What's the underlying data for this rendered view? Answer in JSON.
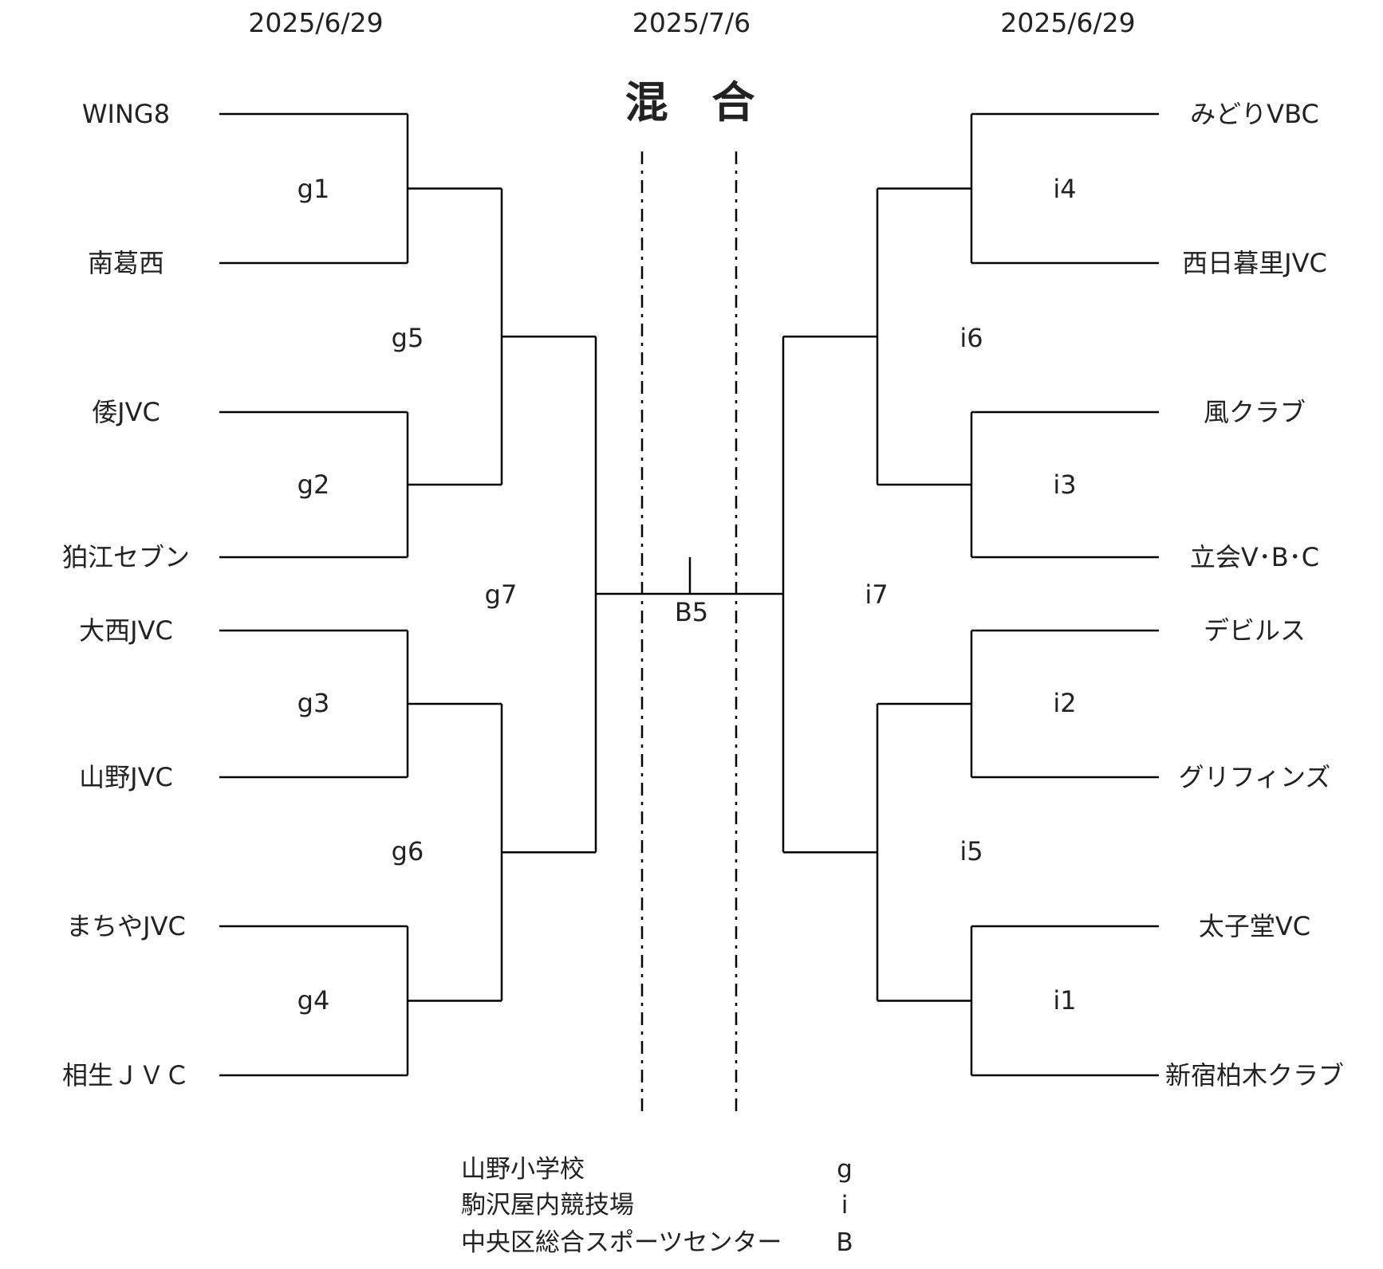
{
  "dates": {
    "left": "2025/6/29",
    "center": "2025/7/6",
    "right": "2025/6/29"
  },
  "title": "混 合",
  "teams_left": [
    "WING8",
    "南葛西",
    "倭JVC",
    "狛江セブン",
    "大西JVC",
    "山野JVC",
    "まちやJVC",
    "相生ＪＶＣ"
  ],
  "teams_right": [
    "みどりVBC",
    "西日暮里JVC",
    "風クラブ",
    "立会V･B･C",
    "デビルス",
    "グリフィンズ",
    "太子堂VC",
    "新宿柏木クラブ"
  ],
  "matches_left": {
    "r1": [
      "g1",
      "g2",
      "g3",
      "g4"
    ],
    "r2": [
      "g5",
      "g6"
    ],
    "semi": "g7"
  },
  "matches_right": {
    "r1": [
      "i4",
      "i3",
      "i2",
      "i1"
    ],
    "r2": [
      "i6",
      "i5"
    ],
    "semi": "i7"
  },
  "final": "B5",
  "legend": [
    {
      "venue": "山野小学校",
      "code": "g"
    },
    {
      "venue": "駒沢屋内競技場",
      "code": "i"
    },
    {
      "venue": "中央区総合スポーツセンター",
      "code": "B"
    }
  ],
  "colors": {
    "line": "#000000",
    "text": "#222222"
  }
}
